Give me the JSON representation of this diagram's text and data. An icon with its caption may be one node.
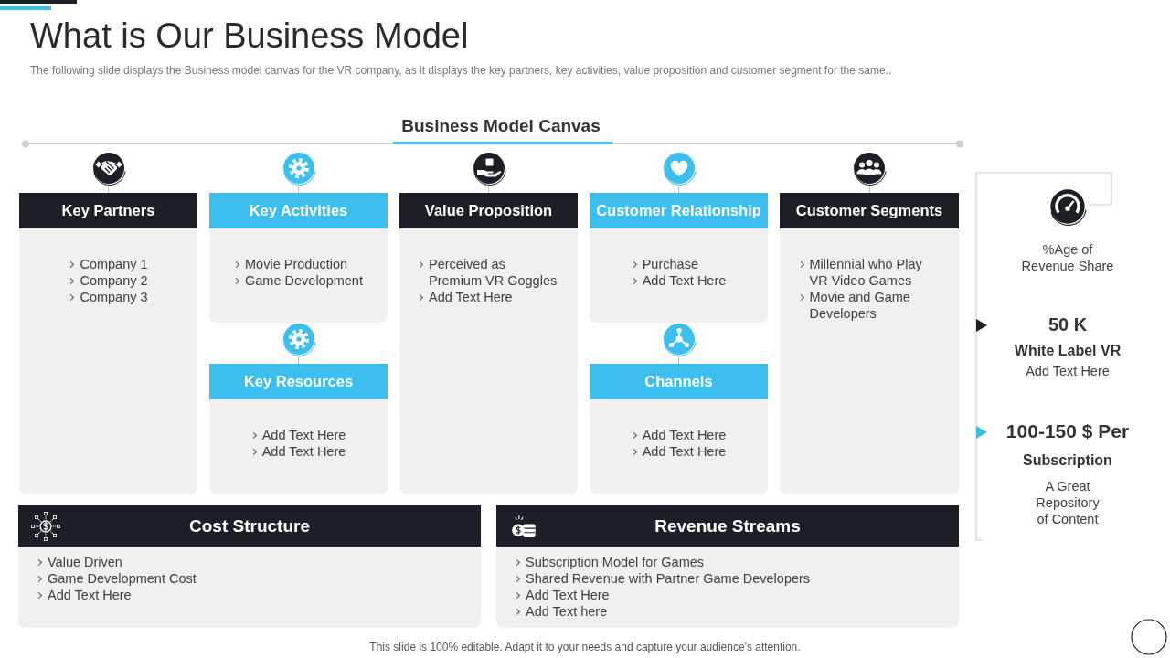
{
  "diagram": {
    "title": "What is Our Business Model",
    "caption": "This slide is 100% editable. Adapt it to your needs and capture your audience's attention.",
    "nodes": [
      {
        "text": [
          "Key Partners",
          "Company 1",
          "Company 2",
          "Company 3"
        ]
      },
      {
        "text": [
          "Key Activities",
          "Movie Production",
          "Game Development"
        ]
      },
      {
        "text": [
          "Key Resources",
          "Add Text Here",
          "Add Text Here"
        ]
      },
      {
        "text": [
          "Value Proposition",
          "Perceived as Premium VR Goggles",
          "Add Text Here"
        ]
      },
      {
        "text": [
          "Customer Relationship",
          "Purchase",
          "Add Text Here"
        ]
      },
      {
        "text": [
          "Channels",
          "Add Text Here",
          "Add Text Here"
        ]
      },
      {
        "text": [
          "Customer Segments",
          "Millennial who Play VR Video Games",
          "Movie and Game Developers"
        ]
      },
      {
        "text": [
          "Cost Structure",
          "Value Driven",
          "Game Development Cost",
          "Add Text Here"
        ]
      },
      {
        "text": [
          "Revenue Streams",
          "Subscription Model for Games",
          "Shared Revenue with Partner Game Developers",
          "Add Text Here",
          "Add Text here"
        ]
      }
    ],
    "labels": [
      "The following slide displays the Business model canvas for the VR company, as it displays the key partners, key activities, value proposition and customer segment for the same..",
      "Business Model Canvas",
      "%Age of Revenue Share",
      "50 K",
      "White Label VR",
      "Add Text Here",
      "100-150 $ Per",
      "Subscription",
      "A Great Repository of Content"
    ]
  }
}
